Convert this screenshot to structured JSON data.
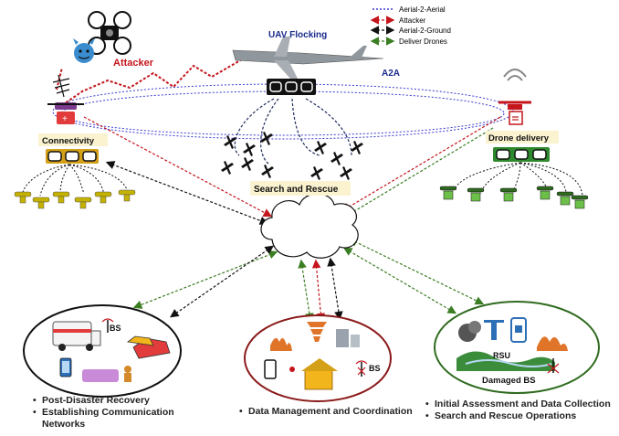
{
  "legend": {
    "items": [
      {
        "label": "Aerial-2-Aerial",
        "color": "#3b3bd1"
      },
      {
        "label": "Attacker",
        "color": "#c4161c"
      },
      {
        "label": "Aerial-2-Ground",
        "color": "#111111"
      },
      {
        "label": "Deliver Drones",
        "color": "#3a7d22"
      }
    ]
  },
  "labels": {
    "uav_flocking": "UAV Flocking",
    "a2a": "A2A",
    "attacker": "Attacker",
    "connectivity": "Connectivity",
    "drone_delivery": "Drone delivery",
    "search_rescue": "Search and Rescue",
    "bs_left": "BS",
    "bs_middle": "BS",
    "rsu": "RSU",
    "damaged_bs": "Damaged BS"
  },
  "bullets": {
    "left": [
      "Post-Disaster Recovery",
      "Establishing Communication Networks"
    ],
    "middle": [
      "Data Management and Coordination"
    ],
    "right": [
      "Initial Assessment and Data Collection",
      "Search and Rescue Operations"
    ]
  },
  "colors": {
    "left_circle": "#111111",
    "middle_circle": "#8b1a1a",
    "right_circle": "#2f6b1f",
    "attacker_red": "#c4161c",
    "label_bg": "#fbf3cf"
  }
}
